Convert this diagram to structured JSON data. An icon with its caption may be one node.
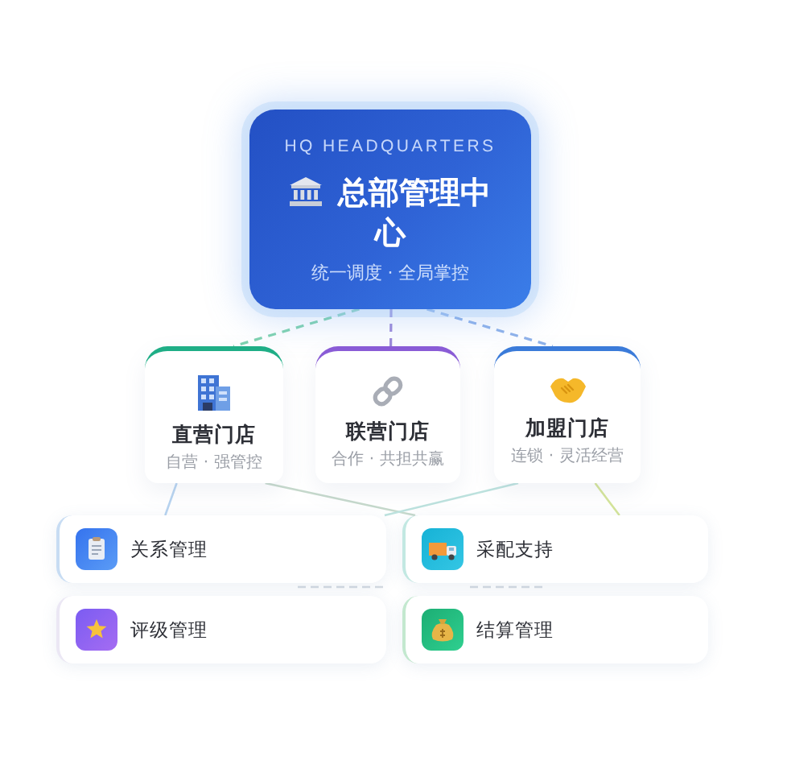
{
  "diagram": {
    "nodes": [
      {
        "text": [
          "HQ HEADQUARTERS",
          "总部管理中心",
          "统一调度 · 全局掌控"
        ]
      },
      {
        "text": [
          "直营门店",
          "自营 · 强管控"
        ]
      },
      {
        "text": [
          "联营门店",
          "合作 · 共担共赢"
        ]
      },
      {
        "text": [
          "加盟门店",
          "连锁 · 灵活经营"
        ]
      },
      {
        "text": [
          "关系管理"
        ]
      },
      {
        "text": [
          "采配支持"
        ]
      },
      {
        "text": [
          "评级管理"
        ]
      },
      {
        "text": [
          "结算管理"
        ]
      }
    ],
    "edges": [
      {
        "from": 0,
        "to": 1,
        "arrow": "none",
        "style": "dashed",
        "color": "#7fd3b0"
      },
      {
        "from": 0,
        "to": 2,
        "arrow": "none",
        "style": "dashed",
        "color": "#9d8ad9"
      },
      {
        "from": 0,
        "to": 3,
        "arrow": "none",
        "style": "dashed",
        "color": "#8fb2ea"
      },
      {
        "from": 1,
        "to": 4,
        "arrow": "none",
        "color": "#b8d4f0"
      },
      {
        "from": 1,
        "to": 5,
        "arrow": "none",
        "color": "#c6d9cc"
      },
      {
        "from": 3,
        "to": 4,
        "arrow": "none",
        "color": "#bde2de"
      },
      {
        "from": 3,
        "to": 5,
        "arrow": "none",
        "color": "#d5e59a"
      }
    ]
  }
}
